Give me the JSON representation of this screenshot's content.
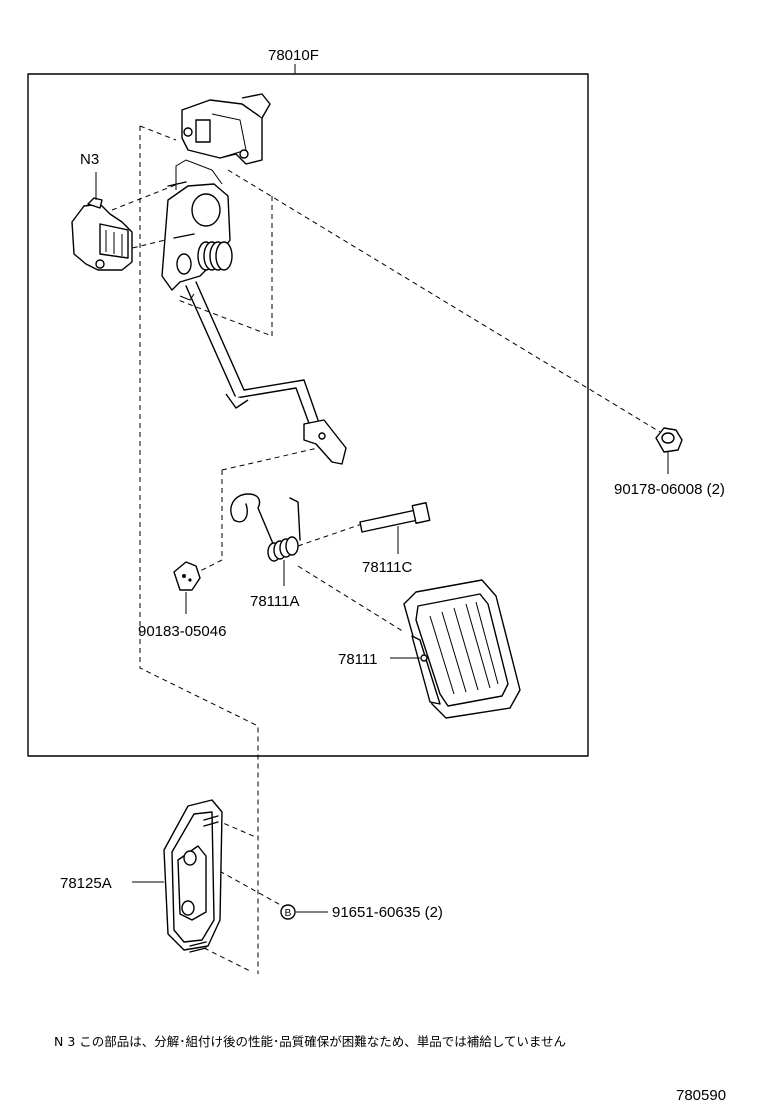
{
  "labels": {
    "assembly": "78010F",
    "sensor": "N3",
    "nut": "90178-06008 (2)",
    "pin": "78111C",
    "spring": "78111A",
    "bushing": "90183-05046",
    "pad": "78111",
    "bracket": "78125A",
    "bolt": "91651-60635 (2)",
    "bolt_marker": "B",
    "diagram_number": "780590"
  },
  "note": "N 3 この部品は、分解･組付け後の性能･品質確保が困難なため、単品では補給していません"
}
